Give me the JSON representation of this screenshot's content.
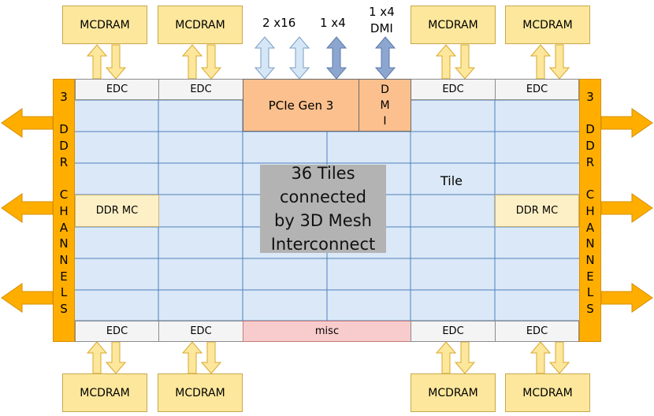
{
  "mcdram_label": "MCDRAM",
  "edc_label": "EDC",
  "pcie_label": "PCIe Gen 3",
  "dmi_vertical": [
    "D",
    "M",
    "I"
  ],
  "pcie_link_labels": [
    "2 x16",
    "1 x4"
  ],
  "dmi_link_label": [
    "1 x4",
    "DMI"
  ],
  "channels_letters": [
    "3",
    "",
    "D",
    "D",
    "R",
    "",
    "C",
    "H",
    "A",
    "N",
    "N",
    "E",
    "L",
    "S"
  ],
  "ddr_mc_label": "DDR MC",
  "center_text": [
    "36 Tiles",
    "connected",
    "by 3D Mesh",
    "Interconnect"
  ],
  "tile_label": "Tile",
  "misc_label": "misc",
  "colors": {
    "mesh_fill": "#dbe8f7",
    "mesh_line": "#4f81bd",
    "mcdram": "#fde79c",
    "ddr_channel": "#ffae00",
    "pcie": "#fbc08e",
    "pcie_arrow_light": "#d5e7f6",
    "pcie_arrow_dark": "#8ca6d0",
    "misc": "#f8cccc"
  }
}
